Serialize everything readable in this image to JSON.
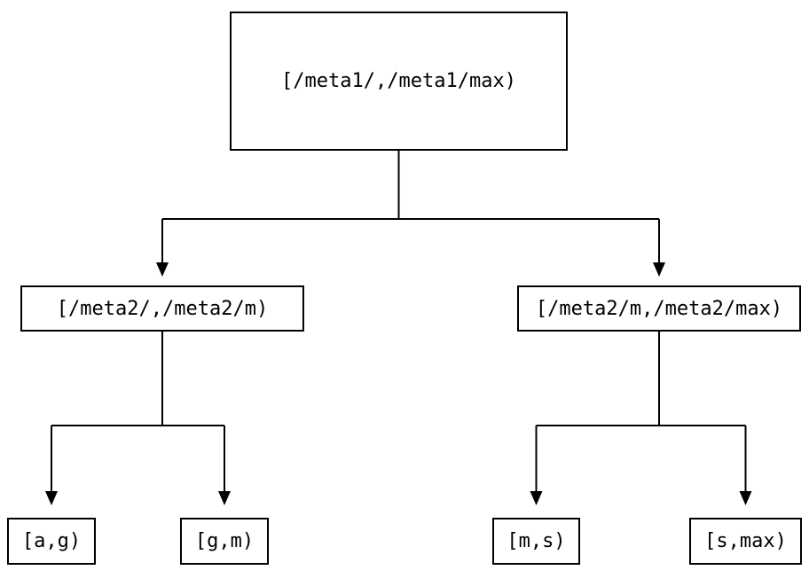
{
  "tree": {
    "root": {
      "label": "[/meta1/,/meta1/max)"
    },
    "children": [
      {
        "label": "[/meta2/,/meta2/m)"
      },
      {
        "label": "[/meta2/m,/meta2/max)"
      }
    ],
    "leaves": [
      {
        "label": "[a,g)"
      },
      {
        "label": "[g,m)"
      },
      {
        "label": "[m,s)"
      },
      {
        "label": "[s,max)"
      }
    ],
    "edges": [
      {
        "from": "root",
        "to": "child-left"
      },
      {
        "from": "root",
        "to": "child-right"
      },
      {
        "from": "child-left",
        "to": "leaf-a-g"
      },
      {
        "from": "child-left",
        "to": "leaf-g-m"
      },
      {
        "from": "child-right",
        "to": "leaf-m-s"
      },
      {
        "from": "child-right",
        "to": "leaf-s-max"
      }
    ],
    "colors": {
      "background": "#ffffff",
      "line": "#000000",
      "text": "#000000"
    }
  }
}
